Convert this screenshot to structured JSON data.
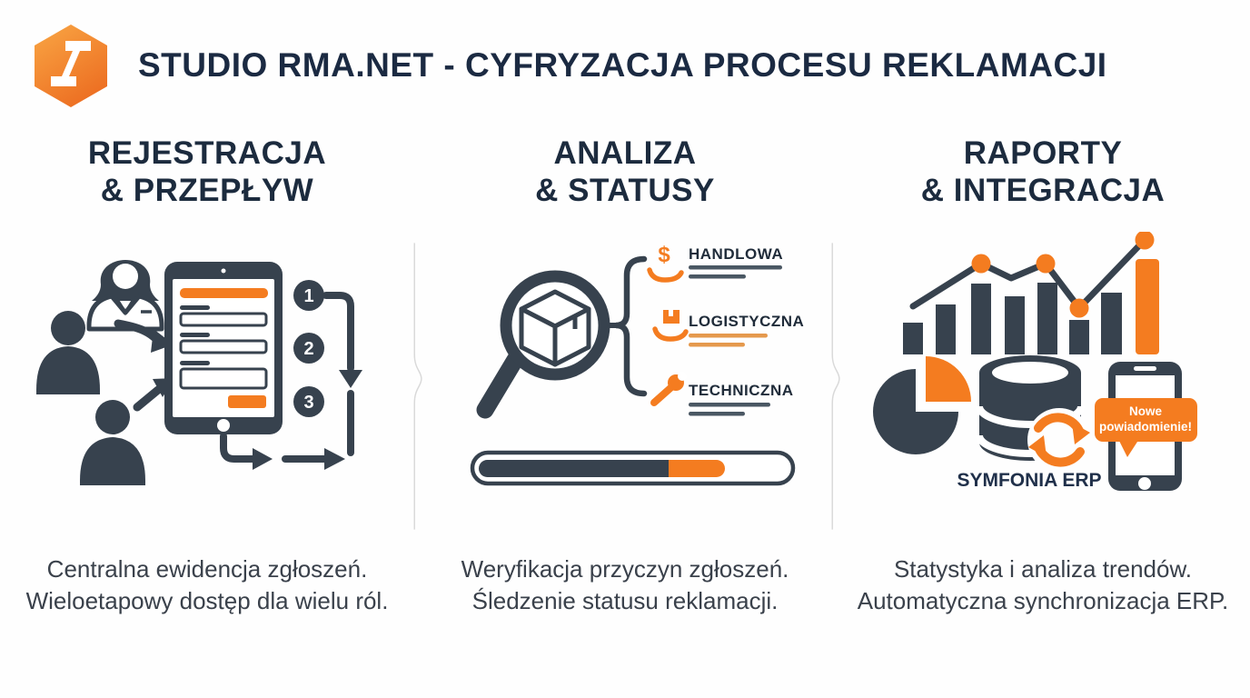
{
  "header": {
    "title": "STUDIO RMA.NET - CYFRYZACJA PROCESU REKLAMACJI",
    "logo_icon": "orange-hexagon-s-logo"
  },
  "colors": {
    "navy_icon": "#37424E",
    "navy_text": "#1B2A42",
    "orange": "#F47C20",
    "orange_light": "#E5994D",
    "divider_gray": "#D9D9D9",
    "body_text": "#3A414B"
  },
  "columns": [
    {
      "heading_line1": "REJESTRACJA",
      "heading_line2": "& PRZEPŁYW",
      "steps": [
        "1",
        "2",
        "3"
      ],
      "desc_line1": "Centralna ewidencja zgłoszeń.",
      "desc_line2": "Wieloetapowy dostęp dla wielu ról."
    },
    {
      "heading_line1": "ANALIZA",
      "heading_line2": "& STATUSY",
      "branches": [
        {
          "label": "HANDLOWA",
          "icon": "hand-dollar-icon",
          "underline_color": "dark"
        },
        {
          "label": "LOGISTYCZNA",
          "icon": "hand-box-icon",
          "underline_color": "orange"
        },
        {
          "label": "TECHNICZNA",
          "icon": "wrench-icon",
          "underline_color": "dark"
        }
      ],
      "progress": {
        "dark_pct": 58,
        "orange_pct": 20,
        "empty_pct": 22
      },
      "desc_line1": "Weryfikacja przyczyn zgłoszeń.",
      "desc_line2": "Śledzenie statusu reklamacji."
    },
    {
      "heading_line1": "RAPORTY",
      "heading_line2": "& INTEGRACJA",
      "erp_label": "SYMFONIA ERP",
      "notification_line1": "Nowe",
      "notification_line2": "powiadomienie!",
      "desc_line1": "Statystyka i analiza trendów.",
      "desc_line2": "Automatyczna synchronizacja ERP."
    }
  ]
}
